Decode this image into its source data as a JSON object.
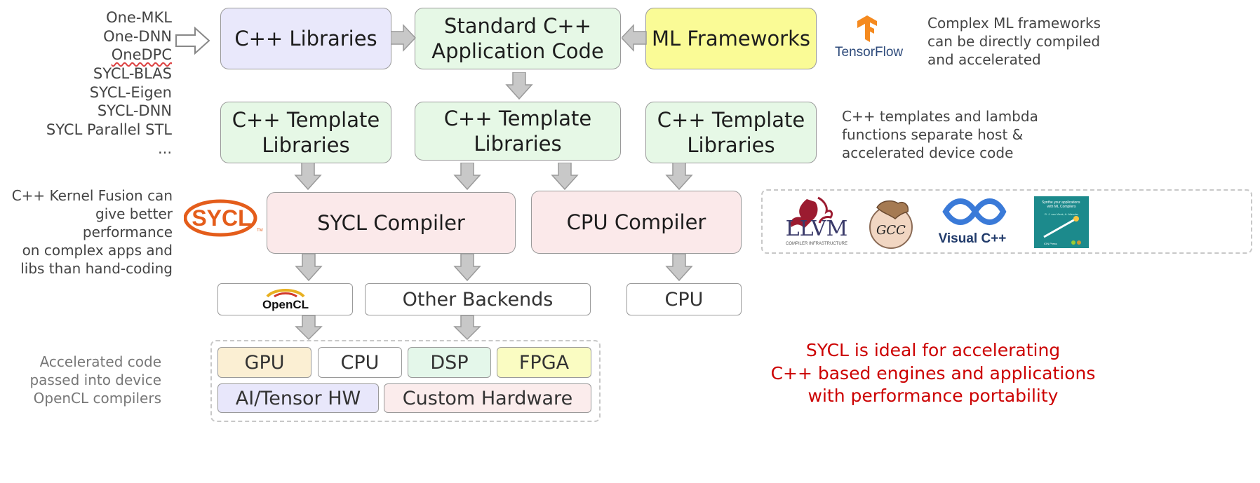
{
  "colors": {
    "purple": "#e9e8fb",
    "green": "#e6f8e6",
    "yellow": "#fafb96",
    "pink": "#fbe9ea",
    "gpu": "#fbefd3",
    "dsp": "#e4f7ea",
    "fpga": "#fafcc2",
    "ai": "#e8e7fb",
    "custom": "#fbecec",
    "sycl_red": "#cc0000",
    "arrow": "#c8c8c8"
  },
  "left_libs": [
    "One-MKL",
    "One-DNN",
    "OneDPC",
    "SYCL-BLAS",
    "SYCL-Eigen",
    "SYCL-DNN",
    "SYCL Parallel STL",
    "..."
  ],
  "boxes": {
    "cpp_libraries": "C++ Libraries",
    "standard_app": "Standard C++\nApplication Code",
    "ml_frameworks": "ML Frameworks",
    "template_1": "C++ Template\nLibraries",
    "template_2": "C++ Template\nLibraries",
    "template_3": "C++ Template\nLibraries",
    "sycl_compiler": "SYCL Compiler",
    "cpu_compiler": "CPU Compiler"
  },
  "backends": {
    "opencl": "OpenCL",
    "other": "Other Backends",
    "cpu": "CPU"
  },
  "devices": {
    "gpu": "GPU",
    "cpu": "CPU",
    "dsp": "DSP",
    "fpga": "FPGA",
    "ai": "AI/Tensor HW",
    "custom": "Custom Hardware"
  },
  "notes": {
    "ml": "Complex ML frameworks\ncan be directly compiled\nand accelerated",
    "templates": "C++ templates and lambda\nfunctions separate host &\naccelerated device code",
    "kernel_fusion": "C++ Kernel Fusion can\ngive better performance\non complex apps and\nlibs than hand-coding",
    "accelerated": "Accelerated code\npassed into device\nOpenCL compilers",
    "sycl_ideal": "SYCL is ideal for accelerating\nC++ based engines and applications\nwith performance portability"
  },
  "logos": {
    "tensorflow": "TensorFlow",
    "sycl": "SYCL",
    "llvm": "LLVM",
    "llvm_sub": "COMPILER INFRASTRUCTURE",
    "gcc": "GCC",
    "visual_cpp": "Visual C++",
    "book_title": "Synthe your applications with ML Compilers",
    "book_author": "R. J. van Vleck, A. Allender",
    "book_publisher": "ION Press"
  },
  "icons": [
    "tensorflow-logo-icon",
    "sycl-logo-icon",
    "opencl-logo-icon",
    "llvm-dragon-icon",
    "gcc-gnu-icon",
    "visual-cpp-infinity-icon",
    "book-cover-icon",
    "hollow-arrow-right-icon",
    "gray-arrow-icon"
  ]
}
